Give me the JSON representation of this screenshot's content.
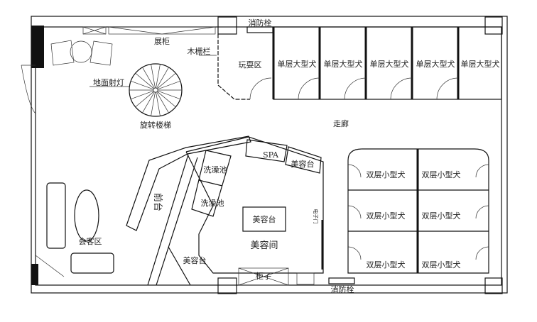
{
  "labels": {
    "fire_hydrant_top": "消防栓",
    "fire_hydrant_bottom": "消防栓",
    "display_cabinet": "展柜",
    "wood_fence": "木栅栏",
    "play_area": "玩耍区",
    "floor_spotlight": "地面射灯",
    "spiral_stairs": "旋转楼梯",
    "corridor": "走廊",
    "spa": "SPA",
    "grooming_table_top": "美容台",
    "grooming_table_center": "美容台",
    "grooming_table_left": "美容台",
    "bath_tub_1": "洗澡池",
    "bath_tub_2": "洗澡池",
    "reception": "前台",
    "grooming_room": "美容间",
    "lounge": "会客区",
    "cabinet": "柜子",
    "electric_door": "电子门"
  },
  "large_kennels": [
    "单层大型犬",
    "单层大型犬",
    "单层大型犬",
    "单层大型犬",
    "单层大型犬"
  ],
  "small_kennels": [
    "双层小型犬",
    "双层小型犬",
    "双层小型犬",
    "双层小型犬",
    "双层小型犬",
    "双层小型犬"
  ]
}
